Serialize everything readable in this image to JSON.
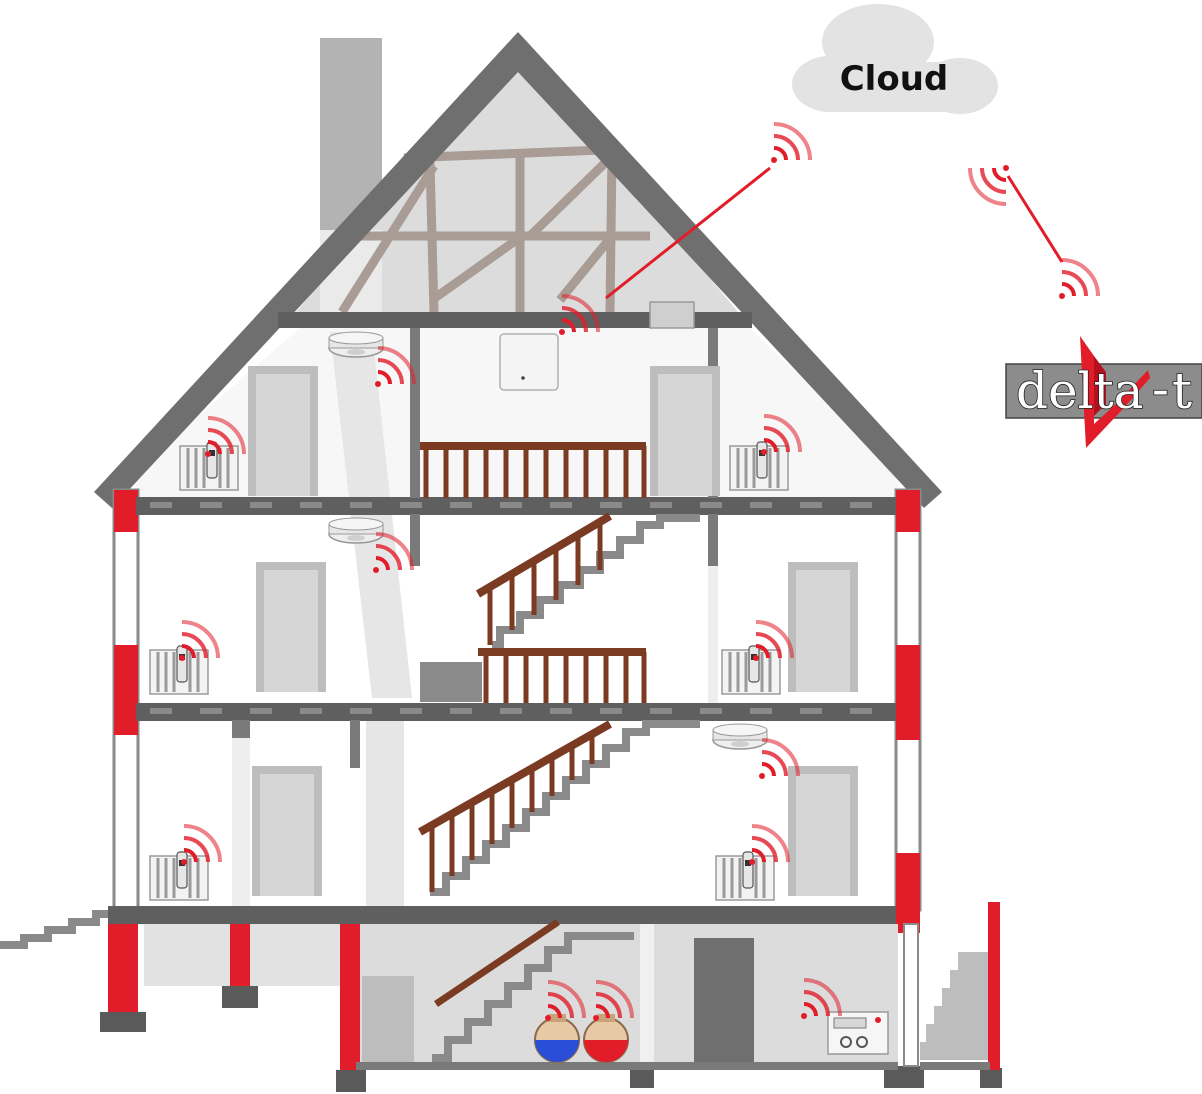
{
  "cloud": {
    "label": "Cloud"
  },
  "logo": {
    "text_left": "delta",
    "text_dash": "-",
    "text_right": "t"
  },
  "colors": {
    "accent_red": "#e11d2a",
    "wall_gray": "#7a7a7a",
    "floor_dark": "#5f5f5f",
    "roof_gray": "#6f6f6f",
    "interior_light": "#ededed",
    "attic_fill": "#dcdcdc",
    "beam_brown": "#a89c94",
    "railing_brown": "#7a3b22",
    "cloud_gray": "#e3e3e3"
  },
  "icons": [
    "cloud-icon",
    "wireless-signal-icon",
    "smoke-detector-icon",
    "radiator-thermostat-icon",
    "gateway-icon",
    "water-meter-icon",
    "heat-meter-icon",
    "delta-t-logo"
  ]
}
